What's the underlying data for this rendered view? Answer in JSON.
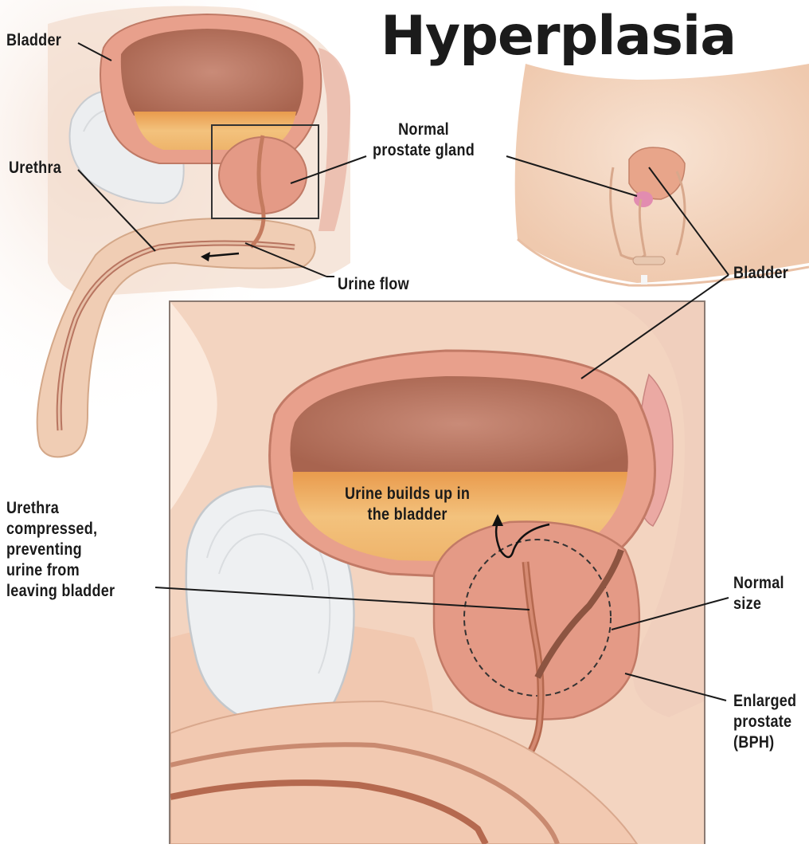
{
  "title": "Hyperplasia",
  "labels": {
    "bladder_top": "Bladder",
    "urethra_top": "Urethra",
    "normal_prostate": "Normal\nprostate gland",
    "urine_flow": "Urine flow",
    "bladder_right": "Bladder",
    "urine_builds": "Urine builds up in\nthe bladder",
    "urethra_compressed": "Urethra\ncompressed,\npreventing\nurine from\nleaving bladder",
    "normal_size": "Normal\nsize",
    "enlarged_prostate": "Enlarged\nprostate\n(BPH)"
  },
  "colors": {
    "bladder_wall": "#e8a08c",
    "bladder_inner": "#b8735e",
    "urine": "#e8a858",
    "prostate": "#e49a86",
    "skin": "#f6dcc8",
    "bone": "#eef0f2"
  }
}
